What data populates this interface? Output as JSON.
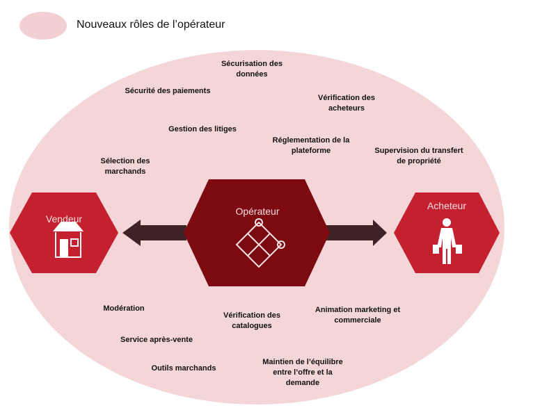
{
  "legend": {
    "label": "Nouveaux rôles de l’opérateur",
    "swatch_color": "#f2cfd2"
  },
  "colors": {
    "ellipse": "#f4d6d8",
    "side_hex": "#c4202f",
    "center_hex": "#7d0a10",
    "arrow": "#3d2325"
  },
  "nodes": {
    "vendeur": {
      "title": "Vendeur",
      "icon": "store-icon"
    },
    "operateur": {
      "title": "Opérateur",
      "icon": "puzzle-icon"
    },
    "acheteur": {
      "title": "Acheteur",
      "icon": "shopper-icon"
    }
  },
  "roles_top": [
    "Sécurisation des\ndonnées",
    "Sécurité des paiements",
    "Vérification des\nacheteurs",
    "Gestion des litiges",
    "Réglementation de la\nplateforme",
    "Sélection des\nmarchands",
    "Supervision du transfert\nde propriété"
  ],
  "roles_bottom": [
    "Modération",
    "Vérification des\ncatalogues",
    "Animation marketing et\ncommerciale",
    "Service après-vente",
    "Outils marchands",
    "Maintien de l’équilibre\nentre l’offre et la\ndemande"
  ]
}
